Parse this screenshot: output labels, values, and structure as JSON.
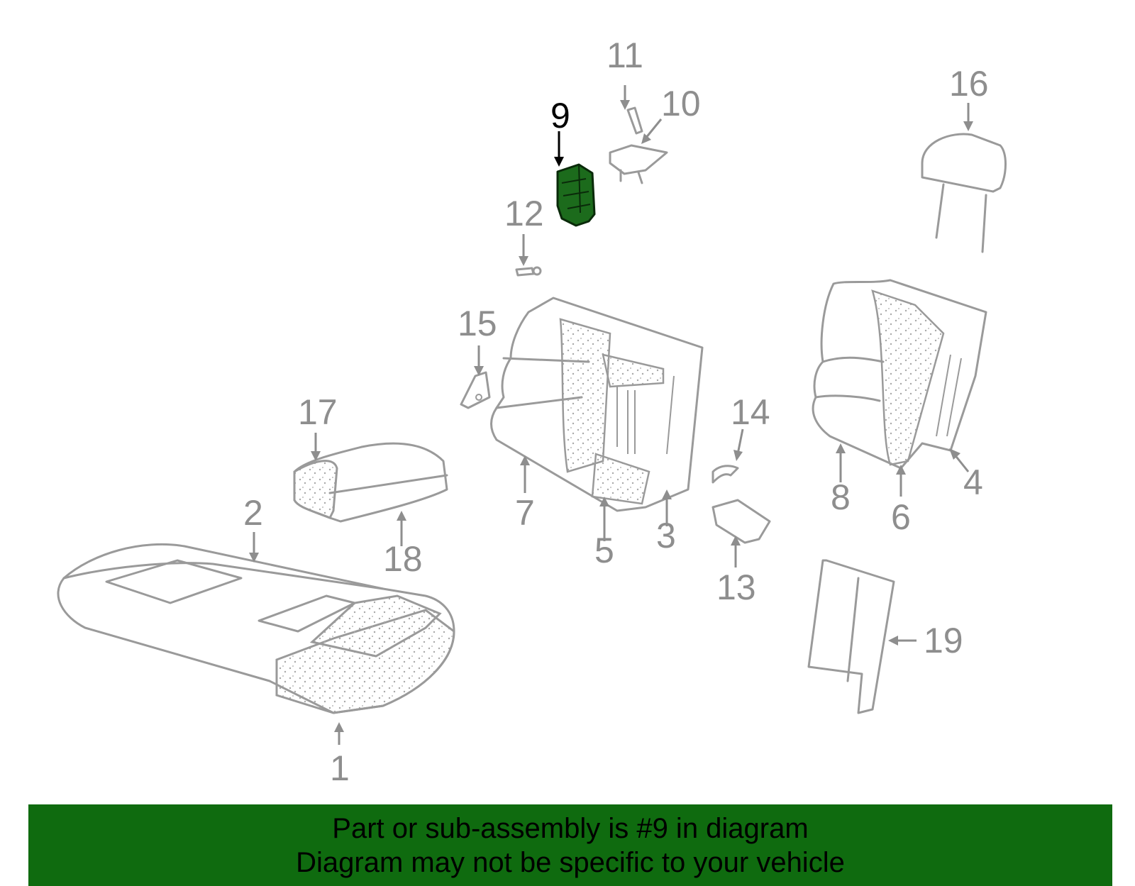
{
  "callouts": {
    "n1": "1",
    "n2": "2",
    "n3": "3",
    "n4": "4",
    "n5": "5",
    "n6": "6",
    "n7": "7",
    "n8": "8",
    "n9": "9",
    "n10": "10",
    "n11": "11",
    "n12": "12",
    "n13": "13",
    "n14": "14",
    "n15": "15",
    "n16": "16",
    "n17": "17",
    "n18": "18",
    "n19": "19"
  },
  "banner": {
    "line1": "Part or sub-assembly is #9 in diagram",
    "line2": "Diagram may not be specific to your vehicle"
  },
  "colors": {
    "banner_bg": "#0f6b0f",
    "highlight_part": "#1c6b1c",
    "part_outline": "#9a9a9a"
  }
}
